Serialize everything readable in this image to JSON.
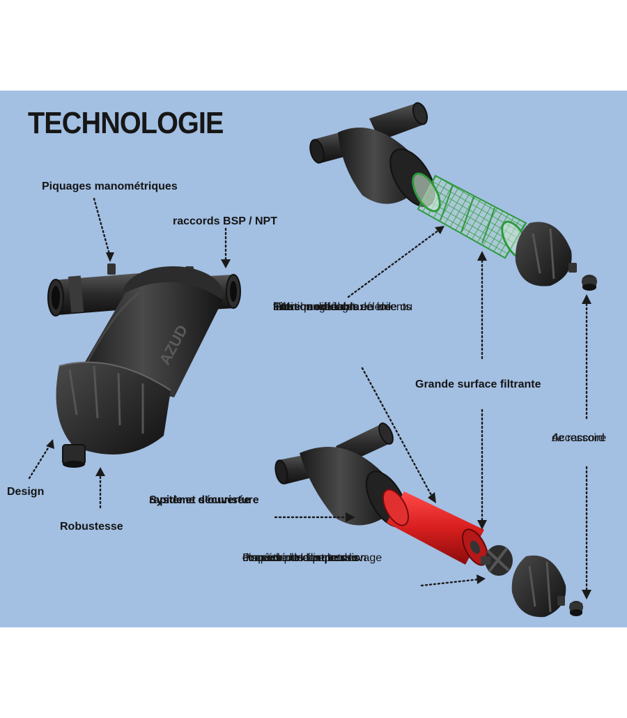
{
  "title": "TECHNOLOGIE",
  "brand": "AZUD",
  "colors": {
    "background": "#a3bfe2",
    "housing": "#2a2a2a",
    "screen": "#2e9a3c",
    "disc": "#d81e1e"
  },
  "labels": {
    "piquages": "Piquages manométriques",
    "raccords": "raccords BSP / NPT",
    "filtre_bold": "Filtre modulable:",
    "filtre_rest1": " éléments",
    "filtre_line2": "interchangeables en toile ou",
    "filtre_line3": "à disque de grade de",
    "filtre_line4": "filtration différent.",
    "grande_surface": "Grande surface filtrante",
    "accessoire_line1": "Accessoire",
    "accessoire_line2": "de raccord",
    "design": "Design",
    "robustesse": "Robustesse",
    "systeme_line1": "Système d'ouverture",
    "systeme_line2": "rapide et sécurisée",
    "procede_line1": "Procédé de fermeture",
    "procede_line2": "empêchant la perte des",
    "procede_line3": "disques pendant leur lavage",
    "procede_line4": "et assure la compression",
    "procede_line5": "correcte des disques."
  }
}
